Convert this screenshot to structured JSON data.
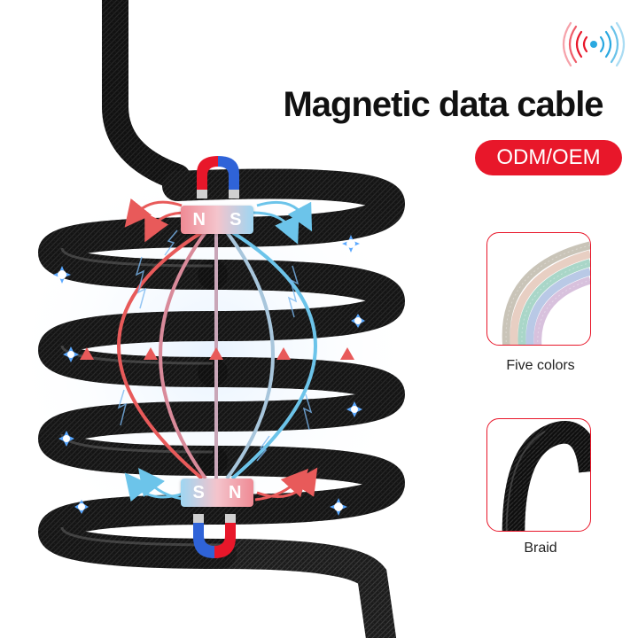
{
  "title": "Magnetic data cable",
  "badge": "ODM/OEM",
  "features": [
    {
      "label": "Five colors",
      "icon": "five-colors-cable-icon"
    },
    {
      "label": "Braid",
      "icon": "braided-cable-icon"
    }
  ],
  "magnets": {
    "top": {
      "left": "N",
      "right": "S"
    },
    "bottom": {
      "left": "S",
      "right": "N"
    }
  },
  "colors": {
    "accent": "#e8172a",
    "cable": "#1a1a1a",
    "field_red": "#e85a5a",
    "field_blue": "#6cc4ea",
    "spark": "#5aa8ff"
  },
  "icons": [
    "signal-waves-icon",
    "magnet-icon",
    "spark-icon"
  ]
}
